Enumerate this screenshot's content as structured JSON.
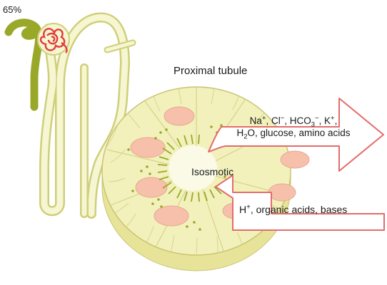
{
  "nephron": {
    "percent_label": "65%",
    "highlight_color": "#9aa829",
    "glomerulus_color": "#e23b3b"
  },
  "section": {
    "title": "Proximal tubule",
    "lumen_label": "Isosmotic",
    "cell_color": "#f1f0b8",
    "nucleus_color": "#f6c0aa"
  },
  "reabsorbed": {
    "line1": {
      "na": "Na",
      "na_sup": "+",
      "cl": "Cl",
      "cl_sup": "−",
      "hco": "HCO",
      "hco_sub": "3",
      "hco_sup": "−",
      "k": "K",
      "k_sup": "+"
    },
    "line2": {
      "h": "H",
      "h_sub": "2",
      "rest": "O, glucose, amino acids"
    }
  },
  "secreted": {
    "h": "H",
    "h_sup": "+",
    "rest": ", organic acids, bases"
  },
  "arrow_color": "#e46c6c"
}
